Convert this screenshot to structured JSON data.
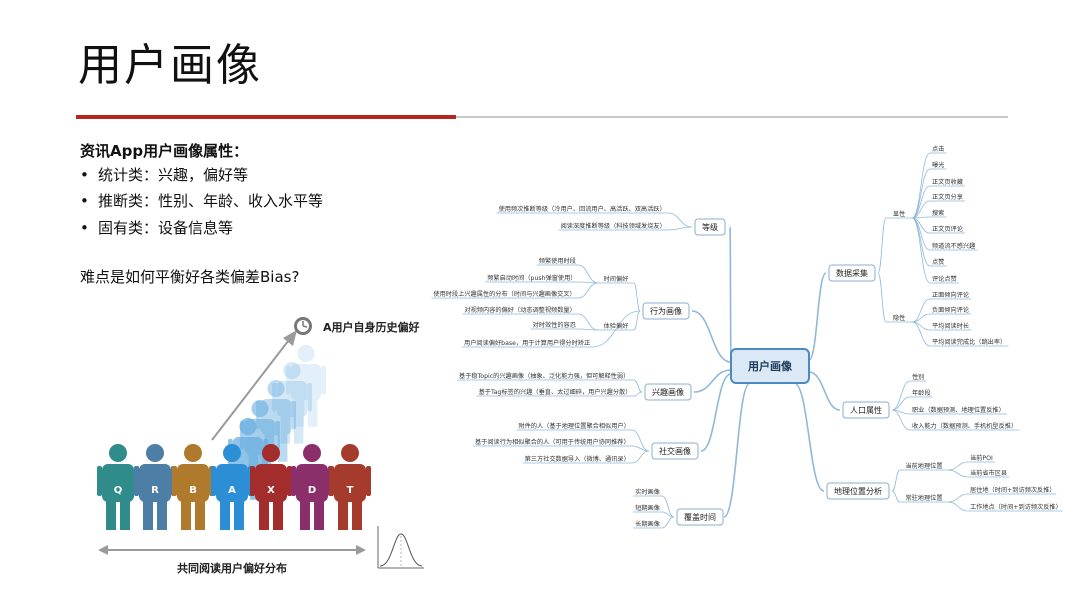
{
  "slide": {
    "title": "用户画像",
    "heading": "资讯App用户画像属性：",
    "bullets": [
      "统计类：兴趣，偏好等",
      "推断类：性别、年龄、收入水平等",
      "固有类：设备信息等"
    ],
    "difficulty": "难点是如何平衡好各类偏差Bias?"
  },
  "illustration": {
    "history_label": "A用户自身历史偏好",
    "distribution_label": "共同阅读用户偏好分布",
    "figures": [
      {
        "letter": "Q",
        "color": "#2f8c8a"
      },
      {
        "letter": "R",
        "color": "#4d7ea6"
      },
      {
        "letter": "B",
        "color": "#b07a2c"
      },
      {
        "letter": "A",
        "color": "#2c8fd6"
      },
      {
        "letter": "X",
        "color": "#a32c2c"
      },
      {
        "letter": "D",
        "color": "#8b2f6b"
      },
      {
        "letter": "T",
        "color": "#a53b2c"
      }
    ],
    "ghost_color": "#6aaee0"
  },
  "mindmap": {
    "root": "用户画像",
    "colors": {
      "line": "#8fb8dc",
      "root_border": "#4a8ac2",
      "root_fill": "#dbe9f7",
      "node_border": "#8aaed0"
    },
    "branches": [
      {
        "id": "dengji",
        "label": "等级",
        "leaves": [
          "使用频次推断等级（冷用户、回流用户、高活跃、双高活跃）",
          "阅读深度推断等级（科技领域发烧友）"
        ]
      },
      {
        "id": "xingwei",
        "label": "行为画像",
        "subs": [
          {
            "label": "时间偏好",
            "leaves": [
              "频繁使用时段",
              "频繁启动时间（push弹窗使用）",
              "使用时段上兴趣属性的分布（时间与兴趣画像交叉）"
            ]
          },
          {
            "label": "体验偏好",
            "leaves": [
              "对视频内容的偏好（动态调整视频数量）",
              "对时效性的容忍"
            ]
          }
        ],
        "leaves": [
          "用户阅读偏好base，用于计算用户得分时矫正"
        ]
      },
      {
        "id": "xingqu",
        "label": "兴趣画像",
        "leaves": [
          "基于稳Topic的兴趣画像（抽象、泛化能力强，但可解释性弱）",
          "基于Tag标签的兴趣（垂直、太过细碎，用户兴趣分散）"
        ]
      },
      {
        "id": "shejiao",
        "label": "社交画像",
        "leaves": [
          "附件的人（基于地理位置聚合相似用户）",
          "基于阅读行为相似聚合的人（可用于传统用户协同推荐）",
          "第三方社交数据导入（微博、通讯录）"
        ]
      },
      {
        "id": "fugai",
        "label": "覆盖时间",
        "leaves": [
          "实时画像",
          "短期画像",
          "长期画像"
        ]
      },
      {
        "id": "shuju",
        "label": "数据采集",
        "subs": [
          {
            "label": "显性",
            "leaves": [
              "点击",
              "曝光",
              "正文页收藏",
              "正文页分享",
              "搜索",
              "正文页评论",
              "频道流不感兴趣",
              "点赞",
              "评论点赞"
            ]
          },
          {
            "label": "隐性",
            "leaves": [
              "正面倾向评论",
              "负面倾向评论",
              "平均阅读时长",
              "平均阅读完成比（跳出率）"
            ]
          }
        ]
      },
      {
        "id": "renkou",
        "label": "人口属性",
        "leaves": [
          "性别",
          "年龄段",
          "职业（数据预测、地理位置反推）",
          "收入能力（数据预测、手机机型反推）"
        ]
      },
      {
        "id": "diliweizhi",
        "label": "地理位置分析",
        "subs": [
          {
            "label": "当前地理位置",
            "leaves": [
              "当前POI",
              "当前省市区县"
            ]
          },
          {
            "label": "常驻地理位置",
            "leaves": [
              "居住地（时间+到访频次反推）",
              "工作地点（时间+到访频次反推）"
            ]
          }
        ]
      }
    ]
  }
}
